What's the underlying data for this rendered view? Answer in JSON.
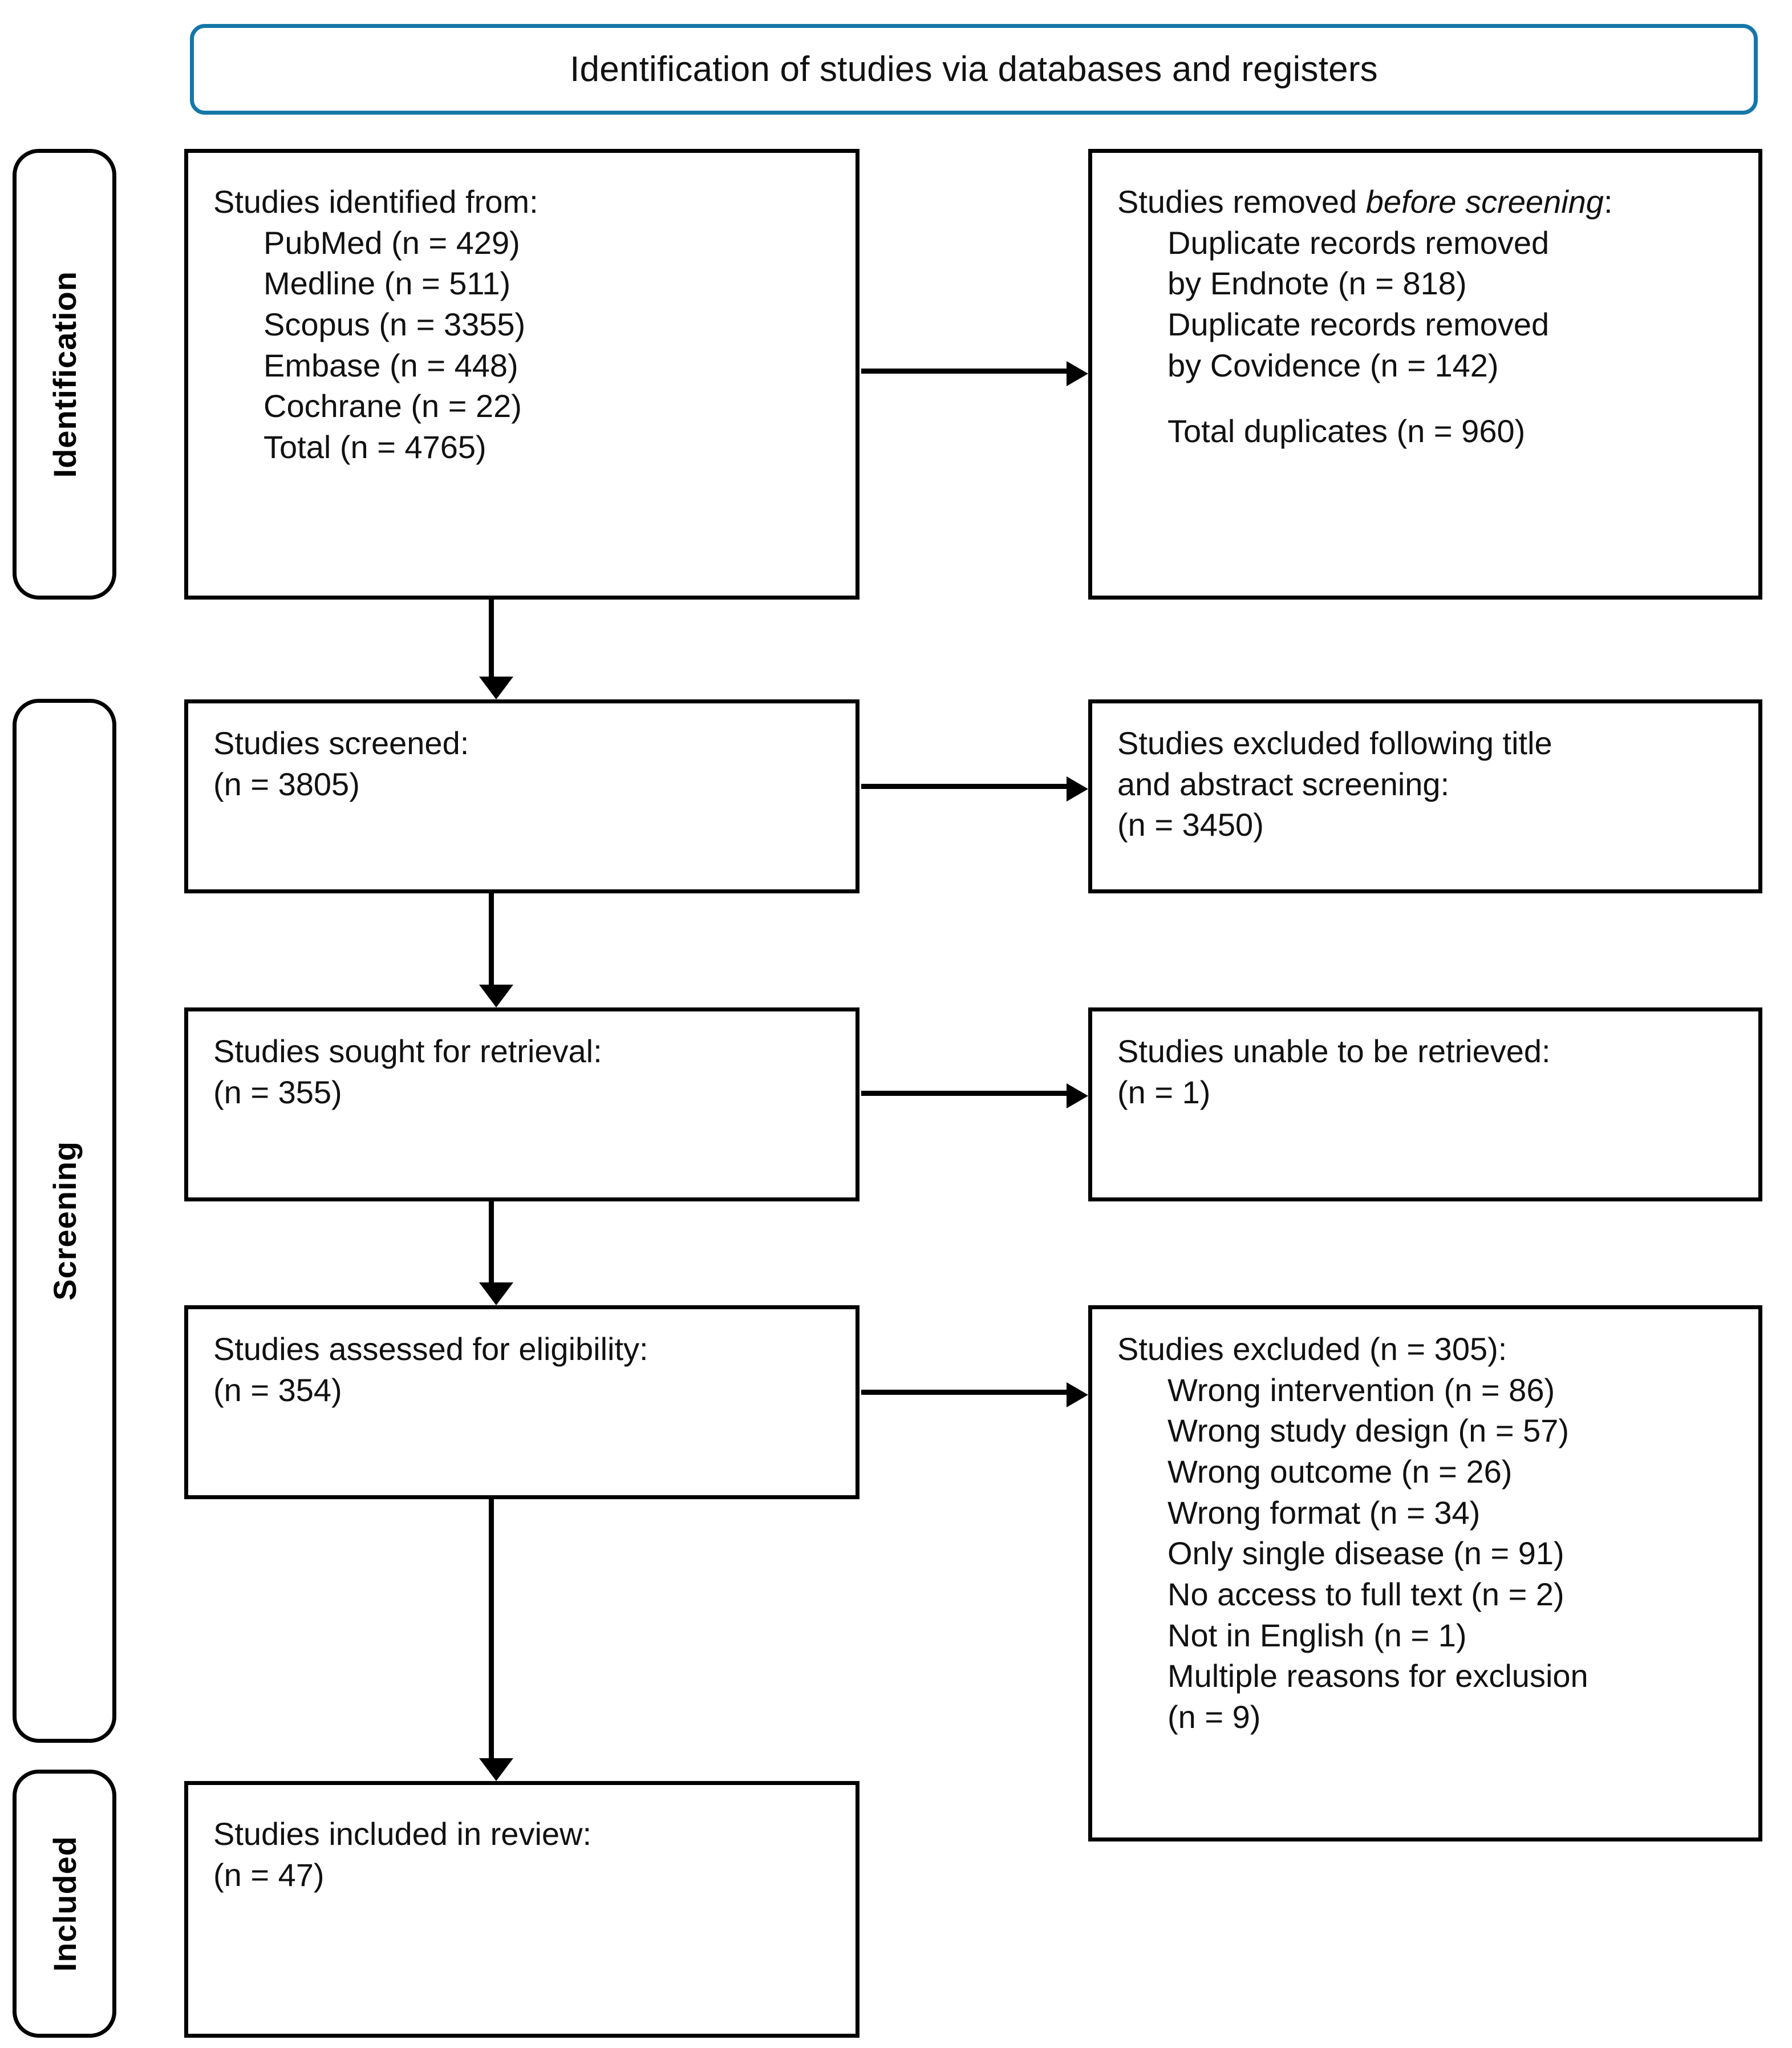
{
  "colors": {
    "header_border": "#1577A8",
    "box_border": "#000000",
    "text": "#111111",
    "background": "#ffffff"
  },
  "header": {
    "title": "Identification of studies via databases and registers"
  },
  "rails": [
    {
      "id": "identification",
      "label": "Identification"
    },
    {
      "id": "screening",
      "label": "Screening"
    },
    {
      "id": "included",
      "label": "Included"
    }
  ],
  "boxes": {
    "identified": {
      "heading": "Studies identified from:",
      "items": [
        "PubMed (n = 429)",
        "Medline (n = 511)",
        "Scopus (n = 3355)",
        "Embase (n = 448)",
        "Cochrane (n = 22)",
        "Total (n = 4765)"
      ]
    },
    "removed": {
      "heading_part1": "Studies removed ",
      "heading_italic": "before screening",
      "heading_colon": ":",
      "items": [
        "Duplicate records removed",
        "by Endnote (n = 818)",
        "Duplicate records removed",
        "by Covidence (n = 142)"
      ],
      "total": "Total duplicates (n = 960)"
    },
    "screened": {
      "line1": "Studies screened:",
      "line2": "(n = 3805)"
    },
    "excluded_title_abstract": {
      "line1": "Studies excluded following title",
      "line2": "and abstract screening:",
      "line3": "(n = 3450)"
    },
    "sought": {
      "line1": "Studies sought for retrieval:",
      "line2": "(n = 355)"
    },
    "unretrieved": {
      "line1": "Studies unable to be retrieved:",
      "line2": "(n = 1)"
    },
    "assessed": {
      "line1": "Studies assessed for eligibility:",
      "line2": "(n = 354)"
    },
    "excluded_full": {
      "heading": "Studies excluded (n = 305):",
      "reasons": [
        "Wrong intervention (n = 86)",
        "Wrong study design (n = 57)",
        "Wrong outcome (n = 26)",
        "Wrong format (n = 34)",
        "Only single disease (n = 91)",
        "No access to full text (n = 2)",
        "Not in English (n = 1)",
        "Multiple reasons for exclusion"
      ],
      "last_count": "(n = 9)"
    },
    "included": {
      "line1": "Studies included in review:",
      "line2": "(n = 47)"
    }
  },
  "arrows": [
    {
      "id": "identified-to-removed",
      "direction": "right"
    },
    {
      "id": "screened-to-excluded-ta",
      "direction": "right"
    },
    {
      "id": "sought-to-unretrieved",
      "direction": "right"
    },
    {
      "id": "assessed-to-excluded-full",
      "direction": "right"
    },
    {
      "id": "identified-to-screened",
      "direction": "down"
    },
    {
      "id": "screened-to-sought",
      "direction": "down"
    },
    {
      "id": "sought-to-assessed",
      "direction": "down"
    },
    {
      "id": "assessed-to-included",
      "direction": "down"
    }
  ]
}
